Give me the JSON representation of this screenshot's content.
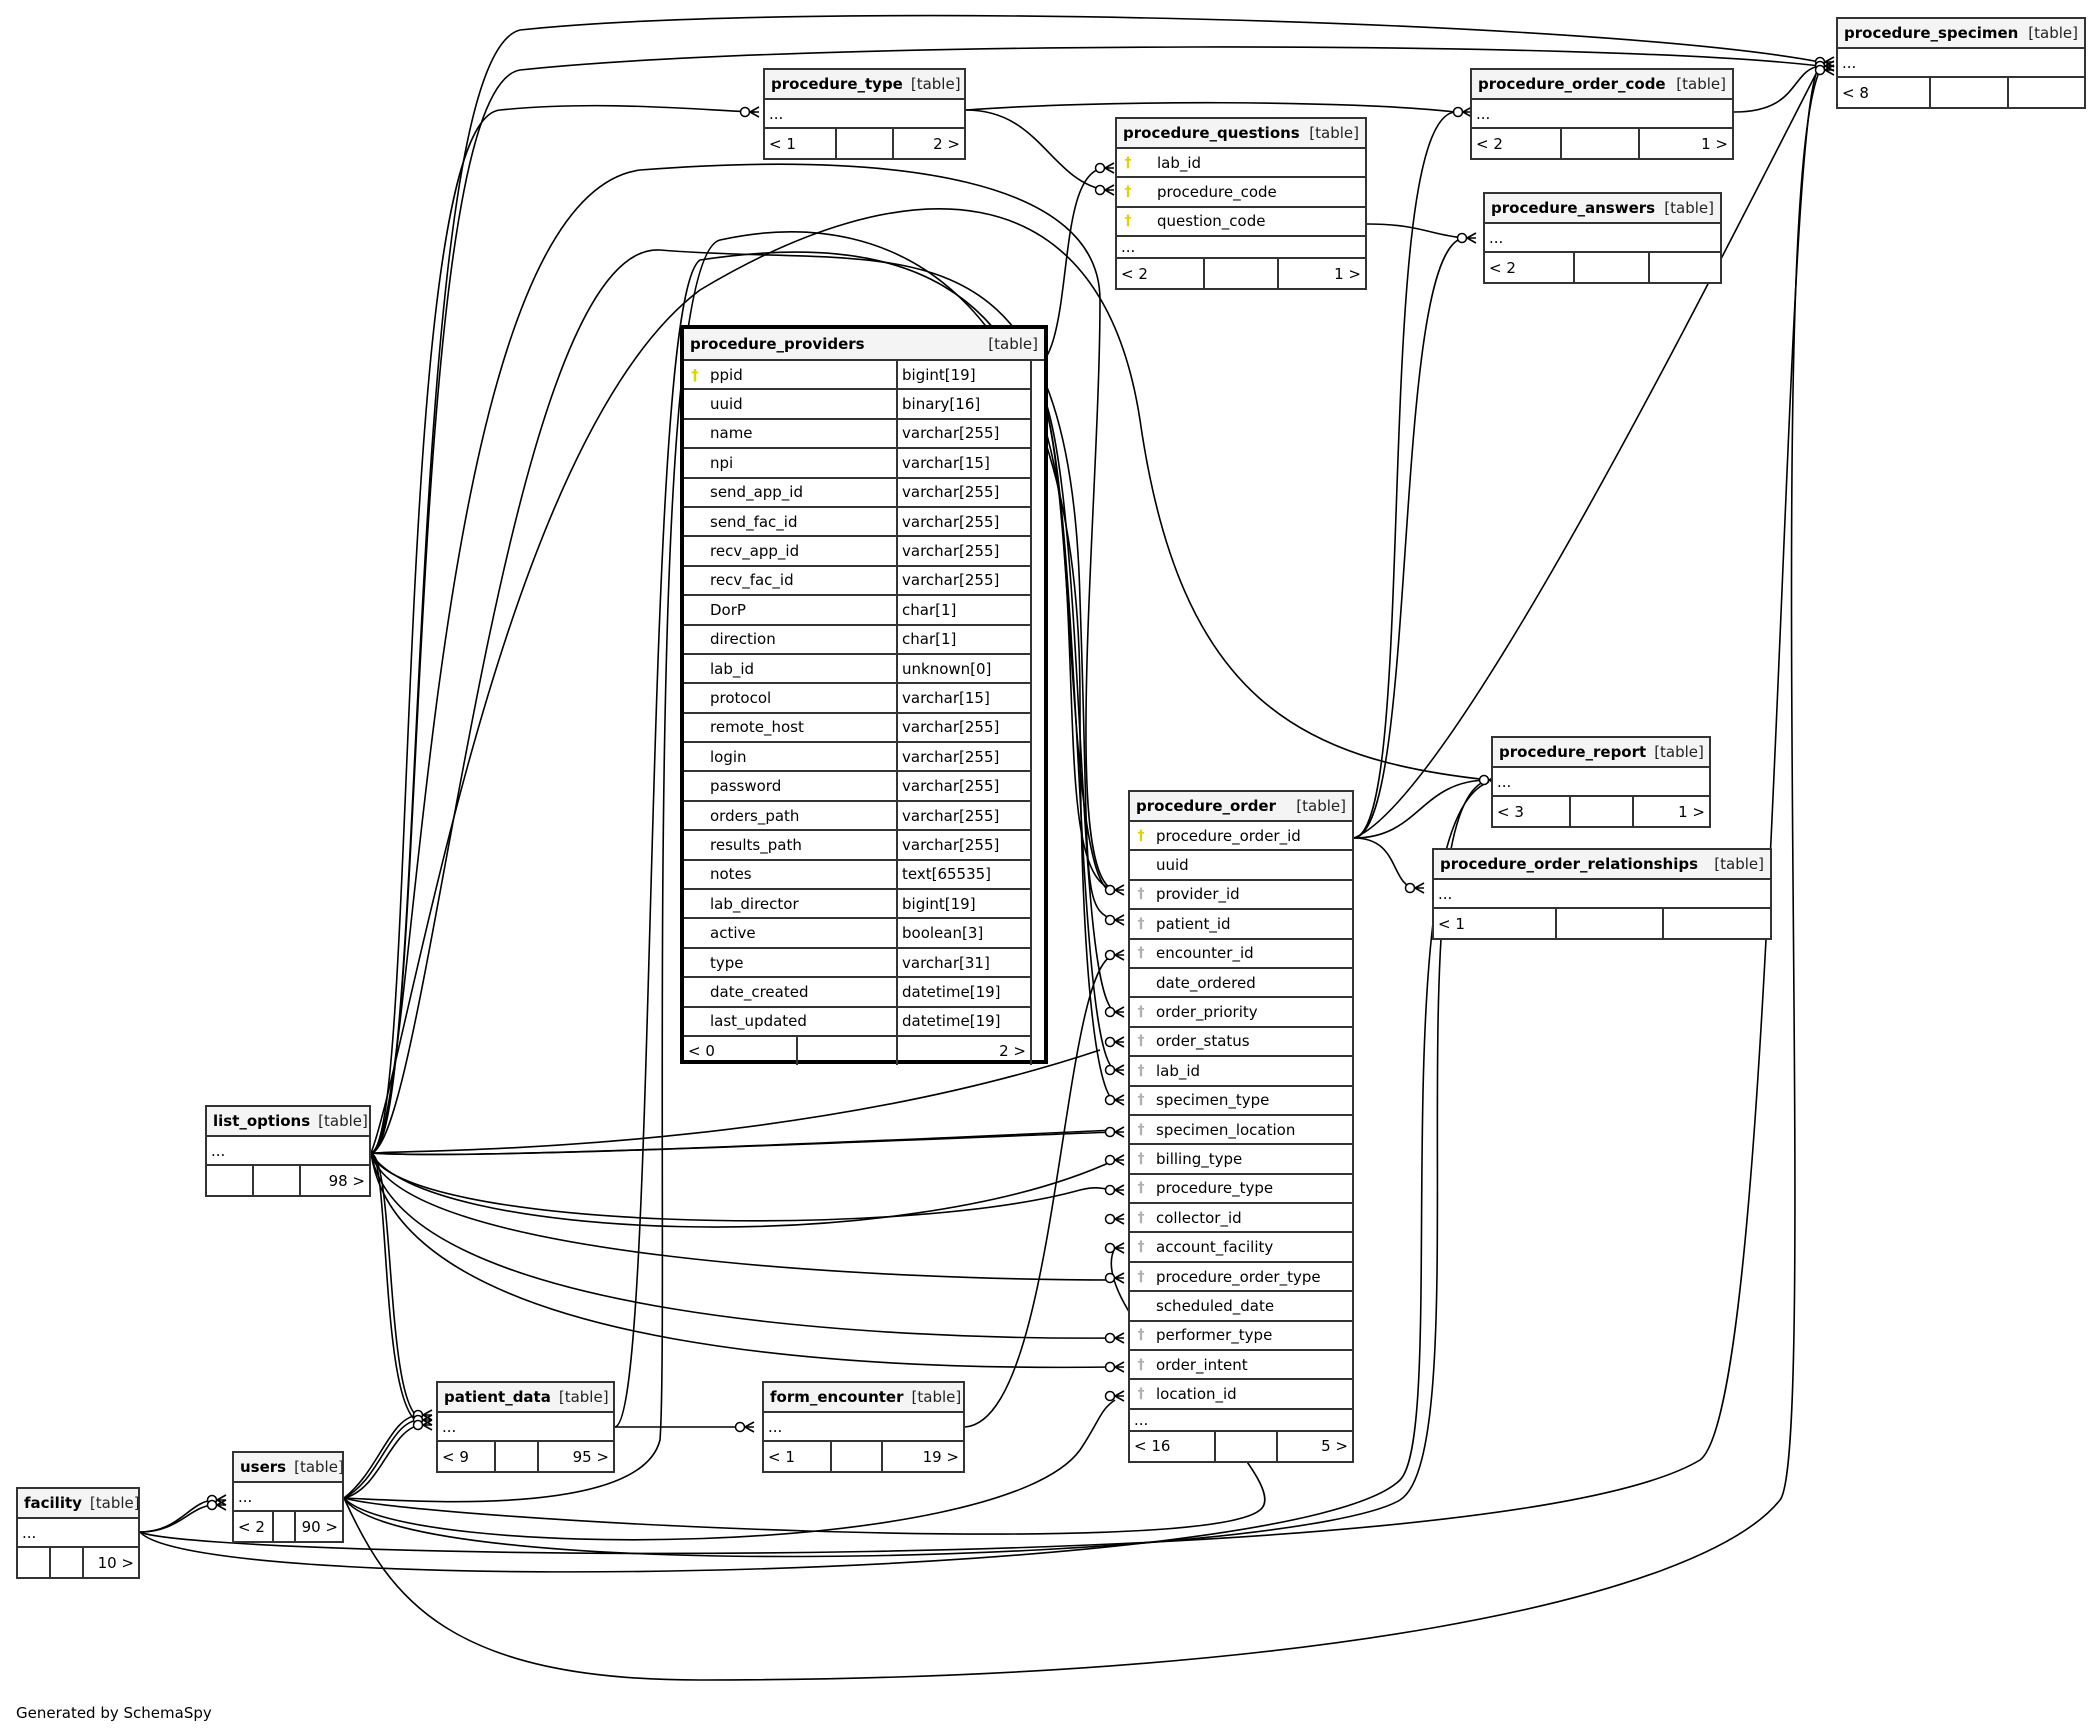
{
  "footer": "Generated by SchemaSpy",
  "tables": {
    "procedure_specimen": {
      "name": "procedure_specimen",
      "kind": "[table]",
      "rows": [
        "..."
      ],
      "footer": [
        "< 8",
        "",
        ""
      ]
    },
    "procedure_type": {
      "name": "procedure_type",
      "kind": "[table]",
      "rows": [
        "..."
      ],
      "footer": [
        "< 1",
        "",
        "2 >"
      ]
    },
    "procedure_order_code": {
      "name": "procedure_order_code",
      "kind": "[table]",
      "rows": [
        "..."
      ],
      "footer": [
        "< 2",
        "",
        "1 >"
      ]
    },
    "procedure_questions": {
      "name": "procedure_questions",
      "kind": "[table]",
      "columns": [
        {
          "name": "lab_id",
          "key": "pk"
        },
        {
          "name": "procedure_code",
          "key": "pk"
        },
        {
          "name": "question_code",
          "key": "pk"
        }
      ],
      "ellipsis": "...",
      "footer": [
        "< 2",
        "",
        "1 >"
      ]
    },
    "procedure_answers": {
      "name": "procedure_answers",
      "kind": "[table]",
      "rows": [
        "..."
      ],
      "footer": [
        "< 2",
        "",
        ""
      ]
    },
    "procedure_providers": {
      "name": "procedure_providers",
      "kind": "[table]",
      "columns": [
        {
          "name": "ppid",
          "type": "bigint[19]",
          "key": "pk"
        },
        {
          "name": "uuid",
          "type": "binary[16]",
          "key": "none"
        },
        {
          "name": "name",
          "type": "varchar[255]",
          "key": "none"
        },
        {
          "name": "npi",
          "type": "varchar[15]",
          "key": "none"
        },
        {
          "name": "send_app_id",
          "type": "varchar[255]",
          "key": "none"
        },
        {
          "name": "send_fac_id",
          "type": "varchar[255]",
          "key": "none"
        },
        {
          "name": "recv_app_id",
          "type": "varchar[255]",
          "key": "none"
        },
        {
          "name": "recv_fac_id",
          "type": "varchar[255]",
          "key": "none"
        },
        {
          "name": "DorP",
          "type": "char[1]",
          "key": "none"
        },
        {
          "name": "direction",
          "type": "char[1]",
          "key": "none"
        },
        {
          "name": "lab_id",
          "type": "unknown[0]",
          "key": "none"
        },
        {
          "name": "protocol",
          "type": "varchar[15]",
          "key": "none"
        },
        {
          "name": "remote_host",
          "type": "varchar[255]",
          "key": "none"
        },
        {
          "name": "login",
          "type": "varchar[255]",
          "key": "none"
        },
        {
          "name": "password",
          "type": "varchar[255]",
          "key": "none"
        },
        {
          "name": "orders_path",
          "type": "varchar[255]",
          "key": "none"
        },
        {
          "name": "results_path",
          "type": "varchar[255]",
          "key": "none"
        },
        {
          "name": "notes",
          "type": "text[65535]",
          "key": "none"
        },
        {
          "name": "lab_director",
          "type": "bigint[19]",
          "key": "none"
        },
        {
          "name": "active",
          "type": "boolean[3]",
          "key": "none"
        },
        {
          "name": "type",
          "type": "varchar[31]",
          "key": "none"
        },
        {
          "name": "date_created",
          "type": "datetime[19]",
          "key": "none"
        },
        {
          "name": "last_updated",
          "type": "datetime[19]",
          "key": "none"
        }
      ],
      "footer": [
        "< 0",
        "",
        "2 >"
      ]
    },
    "procedure_report": {
      "name": "procedure_report",
      "kind": "[table]",
      "rows": [
        "..."
      ],
      "footer": [
        "< 3",
        "",
        "1 >"
      ]
    },
    "procedure_order_relationships": {
      "name": "procedure_order_relationships",
      "kind": "[table]",
      "rows": [
        "..."
      ],
      "footer": [
        "< 1",
        "",
        ""
      ]
    },
    "procedure_order": {
      "name": "procedure_order",
      "kind": "[table]",
      "columns": [
        {
          "name": "procedure_order_id",
          "key": "pk"
        },
        {
          "name": "uuid",
          "key": "none"
        },
        {
          "name": "provider_id",
          "key": "fk"
        },
        {
          "name": "patient_id",
          "key": "fk"
        },
        {
          "name": "encounter_id",
          "key": "fk"
        },
        {
          "name": "date_ordered",
          "key": "none"
        },
        {
          "name": "order_priority",
          "key": "fk"
        },
        {
          "name": "order_status",
          "key": "fk"
        },
        {
          "name": "lab_id",
          "key": "fk"
        },
        {
          "name": "specimen_type",
          "key": "fk"
        },
        {
          "name": "specimen_location",
          "key": "fk"
        },
        {
          "name": "billing_type",
          "key": "fk"
        },
        {
          "name": "procedure_type",
          "key": "fk"
        },
        {
          "name": "collector_id",
          "key": "fk"
        },
        {
          "name": "account_facility",
          "key": "fk"
        },
        {
          "name": "procedure_order_type",
          "key": "fk"
        },
        {
          "name": "scheduled_date",
          "key": "none"
        },
        {
          "name": "performer_type",
          "key": "fk"
        },
        {
          "name": "order_intent",
          "key": "fk"
        },
        {
          "name": "location_id",
          "key": "fk"
        }
      ],
      "ellipsis": "...",
      "footer": [
        "< 16",
        "",
        "5 >"
      ]
    },
    "list_options": {
      "name": "list_options",
      "kind": "[table]",
      "rows": [
        "..."
      ],
      "footer": [
        "",
        "",
        "98 >"
      ]
    },
    "users": {
      "name": "users",
      "kind": "[table]",
      "rows": [
        "..."
      ],
      "footer": [
        "< 2",
        "",
        "90 >"
      ]
    },
    "facility": {
      "name": "facility",
      "kind": "[table]",
      "rows": [
        "..."
      ],
      "footer": [
        "",
        "",
        "10 >"
      ]
    },
    "patient_data": {
      "name": "patient_data",
      "kind": "[table]",
      "rows": [
        "..."
      ],
      "footer": [
        "< 9",
        "",
        "95 >"
      ]
    },
    "form_encounter": {
      "name": "form_encounter",
      "kind": "[table]",
      "rows": [
        "..."
      ],
      "footer": [
        "< 1",
        "",
        "19 >"
      ]
    }
  },
  "icons": {
    "pk": "primary-key-icon",
    "fk": "foreign-key-icon"
  }
}
